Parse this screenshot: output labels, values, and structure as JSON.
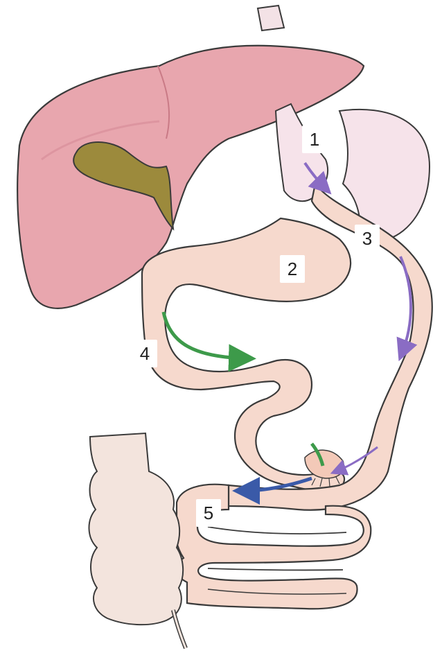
{
  "labels": {
    "one": "1",
    "two": "2",
    "three": "3",
    "four": "4",
    "five": "5"
  },
  "colors": {
    "liver": "#e8a6ae",
    "gallbladder": "#9c8a3c",
    "intestine": "#f6d9cd",
    "outline": "#3a3a3a",
    "arrow_purple": "#8a6cc4",
    "arrow_green": "#3d9a4a",
    "arrow_blue": "#3a5aa8"
  },
  "icons": [
    "liver",
    "gallbladder",
    "stomach",
    "small-intestine",
    "colon",
    "flow-arrow"
  ]
}
